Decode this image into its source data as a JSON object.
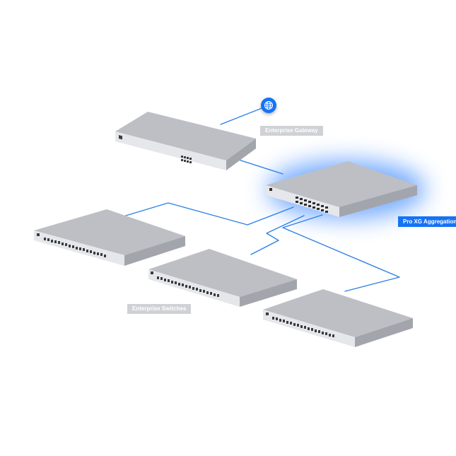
{
  "labels": {
    "gateway": "Enterprise Gateway",
    "aggregation": "Pro XG Aggregation",
    "switches": "Enterprise Switches"
  },
  "icons": {
    "internet": "globe-icon"
  },
  "colors": {
    "link": "#2f80e8",
    "accent": "#1673f5",
    "glow": "#3f8bff",
    "device_top": "#bdbfc5",
    "device_front": "#e6e7ea",
    "device_side": "#a3a5ac",
    "label_gray": "#cfd1d5"
  }
}
